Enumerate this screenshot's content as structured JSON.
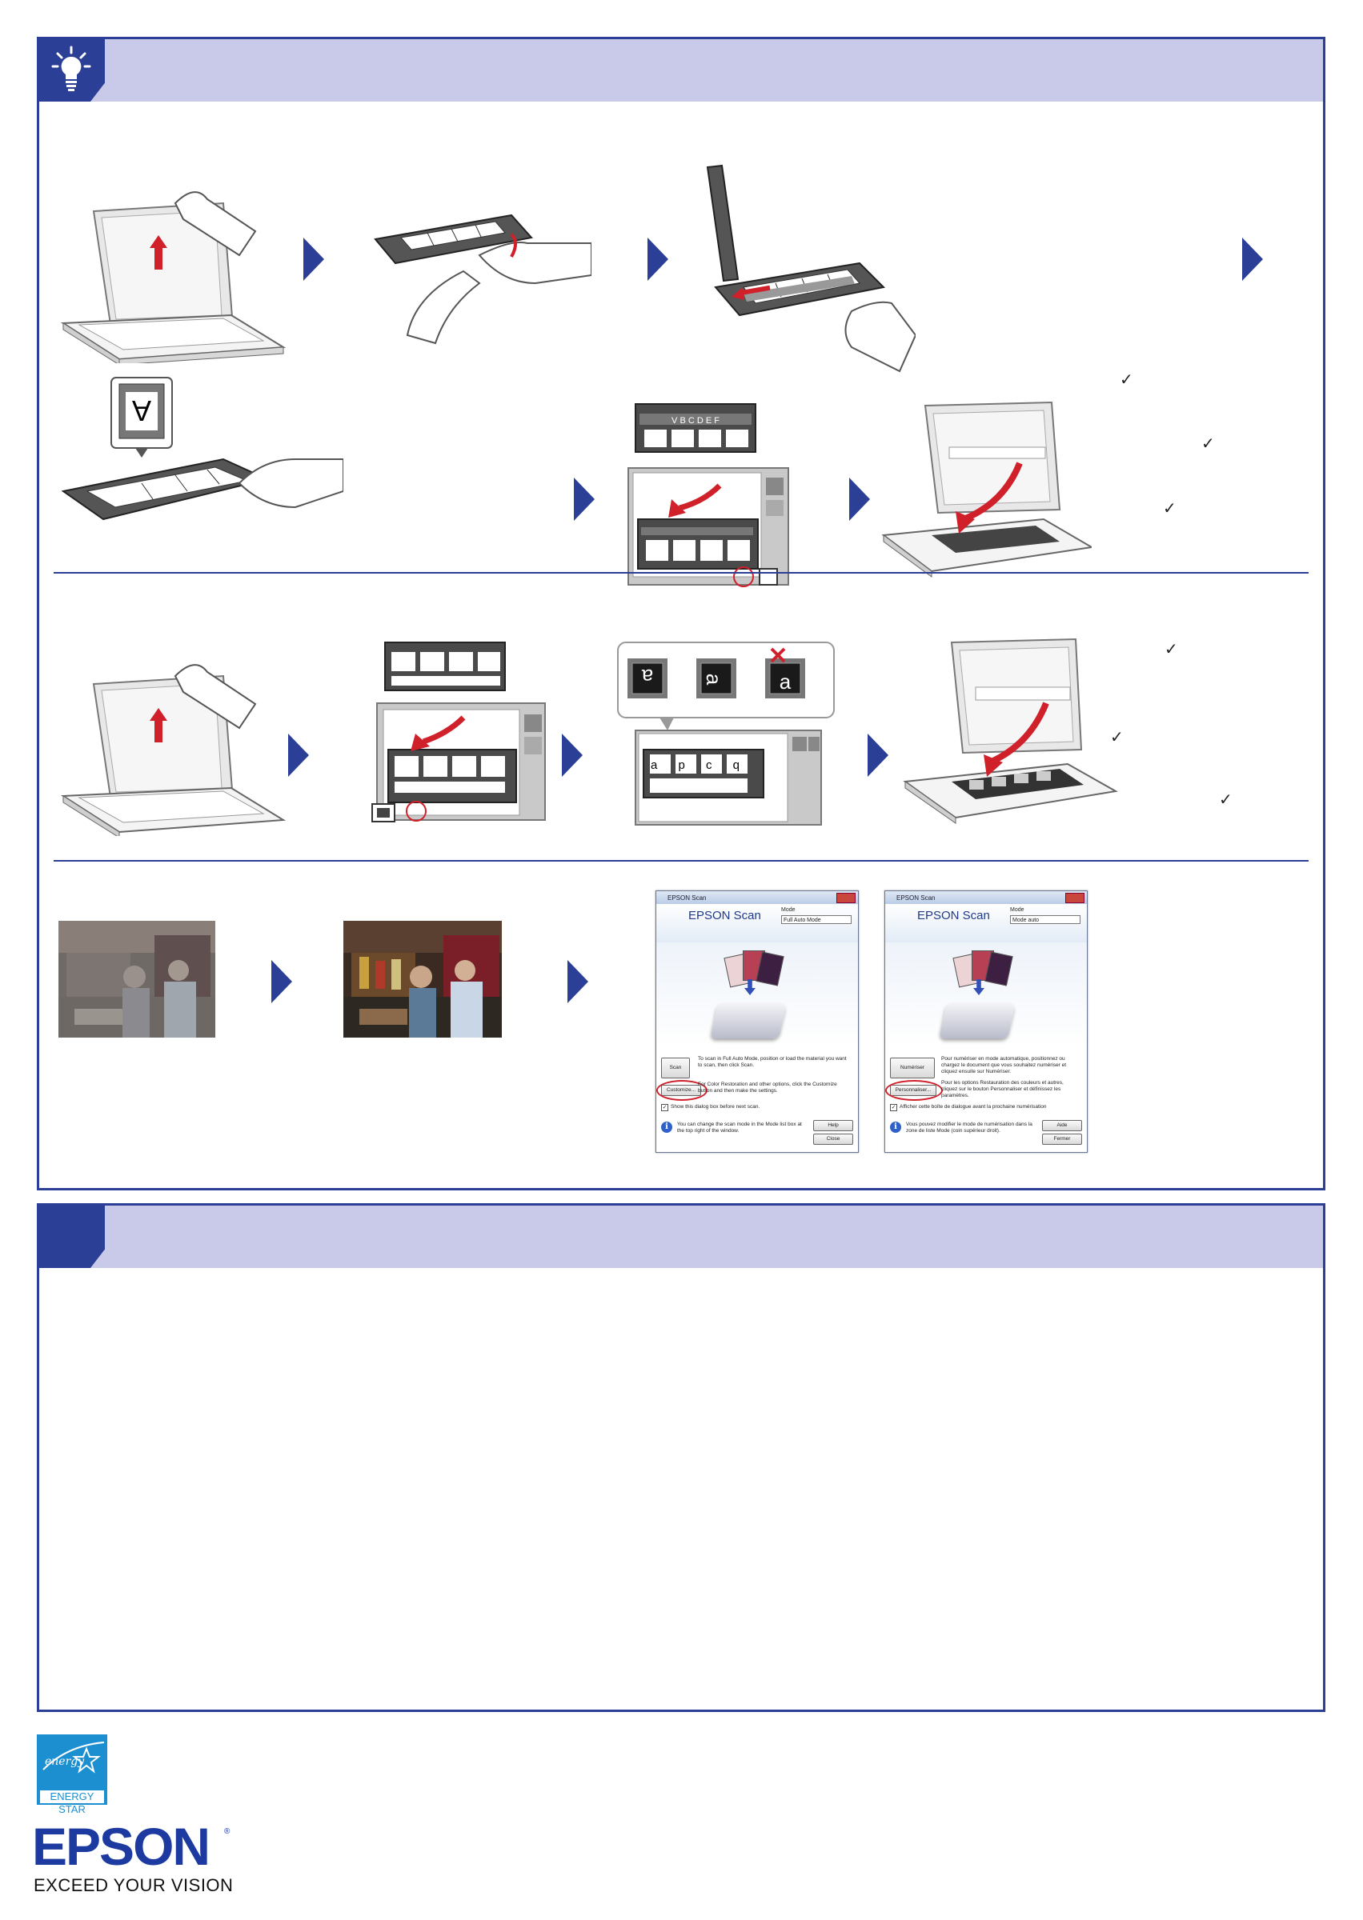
{
  "film_marks": {
    "symbol": "✓"
  },
  "film_frame_letter": "A",
  "film_strip_letters": "V B C D E F",
  "mirror_letters": {
    "ok_first": "a",
    "ok_second": "a",
    "wrong": "a",
    "holder_frames": "a p c q"
  },
  "screenshot_en": {
    "title": "EPSON Scan",
    "logo": "EPSON Scan",
    "mode_label": "Mode",
    "mode_value": "Full Auto Mode",
    "scan_button": "Scan",
    "scan_text": "To scan in Full Auto Mode, position or load the material you want to scan, then click Scan.",
    "customize_button": "Customize...",
    "customize_text": "For Color Restoration and other options, click the Customize button and then make the settings.",
    "checkbox_text": "Show this dialog box before next scan.",
    "info_text": "You can change the scan mode in the Mode list box at the top right of the window.",
    "help_button": "Help",
    "close_button": "Close"
  },
  "screenshot_fr": {
    "title": "EPSON Scan",
    "logo": "EPSON Scan",
    "mode_label": "Mode",
    "mode_value": "Mode auto",
    "scan_button": "Numériser",
    "scan_text": "Pour numériser en mode automatique, positionnez ou chargez le document que vous souhaitez numériser et cliquez ensuite sur Numériser.",
    "customize_button": "Personnaliser...",
    "customize_text": "Pour les options Restauration des couleurs et autres, cliquez sur le bouton Personnaliser et définissez les paramètres.",
    "checkbox_text": "Afficher cette boîte de dialogue avant la prochaine numérisation",
    "info_text": "Vous pouvez modifier le mode de numérisation dans la zone de liste Mode (coin supérieur droit).",
    "help_button": "Aide",
    "close_button": "Fermer"
  },
  "energy_star": {
    "script": "energy",
    "label": "ENERGY STAR"
  },
  "brand": {
    "logo": "EPSON",
    "registered": "®",
    "tagline": "EXCEED YOUR VISION"
  },
  "colors": {
    "navy": "#2b3f96",
    "header_band": "#c9c9ea",
    "red_accent": "#d0212b",
    "energy_blue": "#1b8fd0"
  }
}
